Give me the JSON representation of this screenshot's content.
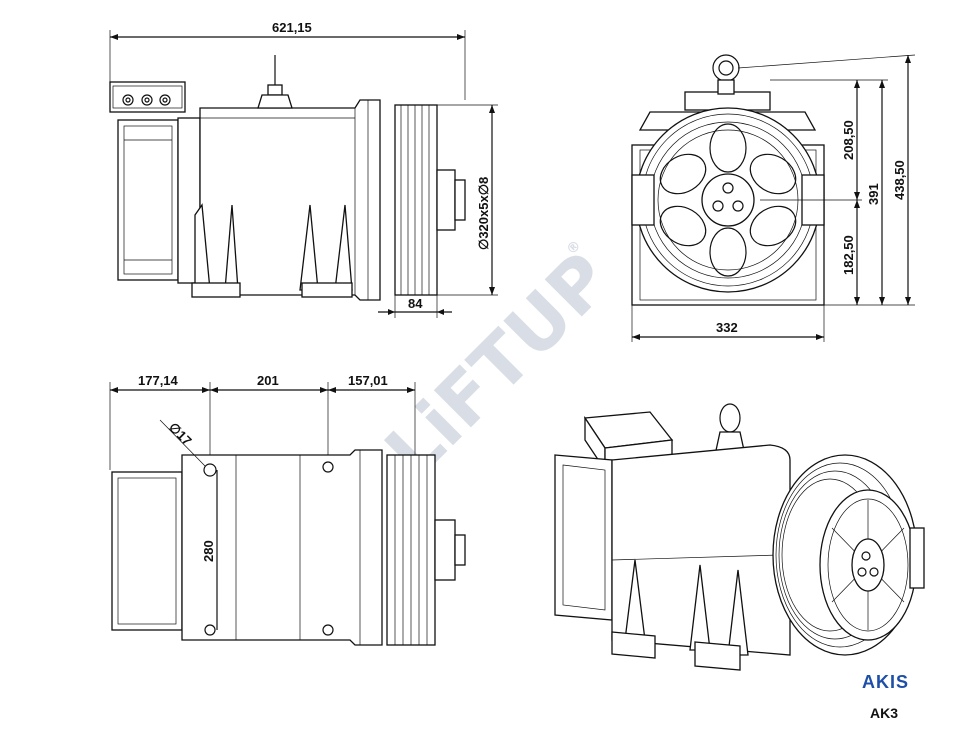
{
  "side_view": {
    "overall_length": "621,15",
    "sheave_diameter": "∅320x5x∅8",
    "sheave_width": "84"
  },
  "front_view": {
    "width": "332",
    "upper_height": "208,50",
    "lower_height": "182,50",
    "total_height": "391",
    "overall_height": "438,50"
  },
  "top_view": {
    "seg_1": "177,14",
    "seg_2": "201",
    "seg_3": "157,01",
    "hole_diameter": "∅17",
    "hole_spacing": "280"
  },
  "watermark": {
    "text": "LiFTUP",
    "registered": "®"
  },
  "brand": {
    "name": "AKIS",
    "logo": "akis-logo",
    "accent": "#1e4fa8",
    "accent2": "#d42020"
  },
  "model": "AK3"
}
